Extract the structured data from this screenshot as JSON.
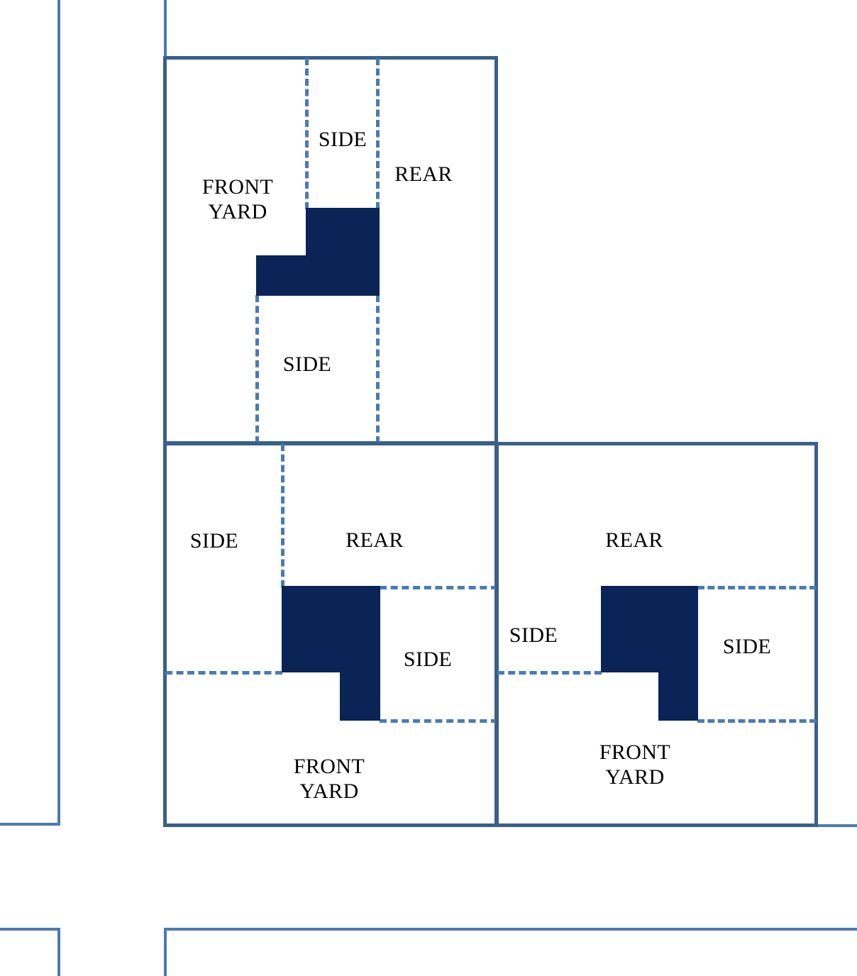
{
  "diagram": {
    "title": "Yard and setback diagram for three lots",
    "colors": {
      "lot_border": "#3a5f8a",
      "thin_line": "#4a7ab5",
      "building_fill": "#0a2458",
      "setback_dash": "#4a7ab5",
      "background": "#ffffff",
      "label_text": "#000000"
    },
    "lots": [
      {
        "id": "upper-lot",
        "labels": [
          {
            "name": "front-yard-label",
            "text": "FRONT\nYARD"
          },
          {
            "name": "side-yard-label-top",
            "text": "SIDE"
          },
          {
            "name": "rear-yard-label",
            "text": "REAR"
          },
          {
            "name": "side-yard-label-bottom",
            "text": "SIDE"
          }
        ]
      },
      {
        "id": "lower-left-lot",
        "labels": [
          {
            "name": "side-yard-label-left",
            "text": "SIDE"
          },
          {
            "name": "rear-yard-label",
            "text": "REAR"
          },
          {
            "name": "side-yard-label-right",
            "text": "SIDE"
          },
          {
            "name": "front-yard-label",
            "text": "FRONT\nYARD"
          }
        ]
      },
      {
        "id": "lower-right-lot",
        "labels": [
          {
            "name": "rear-yard-label",
            "text": "REAR"
          },
          {
            "name": "side-yard-label-left",
            "text": "SIDE"
          },
          {
            "name": "side-yard-label-right",
            "text": "SIDE"
          },
          {
            "name": "front-yard-label",
            "text": "FRONT\nYARD"
          }
        ]
      }
    ],
    "labels": {
      "upper_front_yard": "FRONT\nYARD",
      "upper_side_top": "SIDE",
      "upper_rear": "REAR",
      "upper_side_bottom": "SIDE",
      "lower_left_side_left": "SIDE",
      "lower_left_rear": "REAR",
      "lower_left_side_right": "SIDE",
      "lower_left_front_yard": "FRONT\nYARD",
      "lower_right_rear": "REAR",
      "lower_right_side_left": "SIDE",
      "lower_right_side_right": "SIDE",
      "lower_right_front_yard": "FRONT\nYARD"
    }
  }
}
